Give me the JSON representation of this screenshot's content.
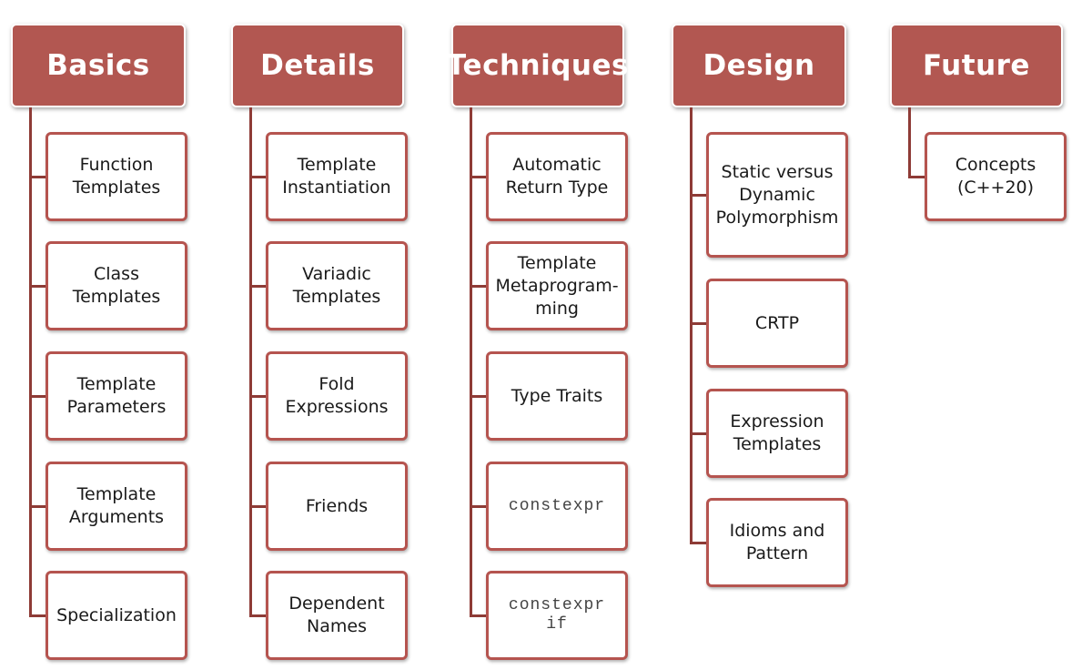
{
  "columns": [
    {
      "title": "Basics",
      "items": [
        {
          "label": "Function\nTemplates",
          "mono": false
        },
        {
          "label": "Class\nTemplates",
          "mono": false
        },
        {
          "label": "Template\nParameters",
          "mono": false
        },
        {
          "label": "Template\nArguments",
          "mono": false
        },
        {
          "label": "Specialization",
          "mono": false
        }
      ]
    },
    {
      "title": "Details",
      "items": [
        {
          "label": "Template\nInstantiation",
          "mono": false
        },
        {
          "label": "Variadic\nTemplates",
          "mono": false
        },
        {
          "label": "Fold\nExpressions",
          "mono": false
        },
        {
          "label": "Friends",
          "mono": false
        },
        {
          "label": "Dependent\nNames",
          "mono": false
        }
      ]
    },
    {
      "title": "Techniques",
      "items": [
        {
          "label": "Automatic\nReturn Type",
          "mono": false
        },
        {
          "label": "Template\nMetaprogram-\nming",
          "mono": false
        },
        {
          "label": "Type Traits",
          "mono": false
        },
        {
          "label": "constexpr",
          "mono": true
        },
        {
          "label": "constexpr\nif",
          "mono": true
        }
      ]
    },
    {
      "title": "Design",
      "items": [
        {
          "label": "Static versus\nDynamic\nPolymorphism",
          "mono": false
        },
        {
          "label": "CRTP",
          "mono": false
        },
        {
          "label": "Expression\nTemplates",
          "mono": false
        },
        {
          "label": "Idioms and\nPattern",
          "mono": false
        }
      ]
    },
    {
      "title": "Future",
      "items": [
        {
          "label": "Concepts\n(C++20)",
          "mono": false
        }
      ]
    }
  ],
  "colors": {
    "header_fill": "#b25751",
    "node_border": "#b5544f",
    "connector": "#8e3b36"
  }
}
